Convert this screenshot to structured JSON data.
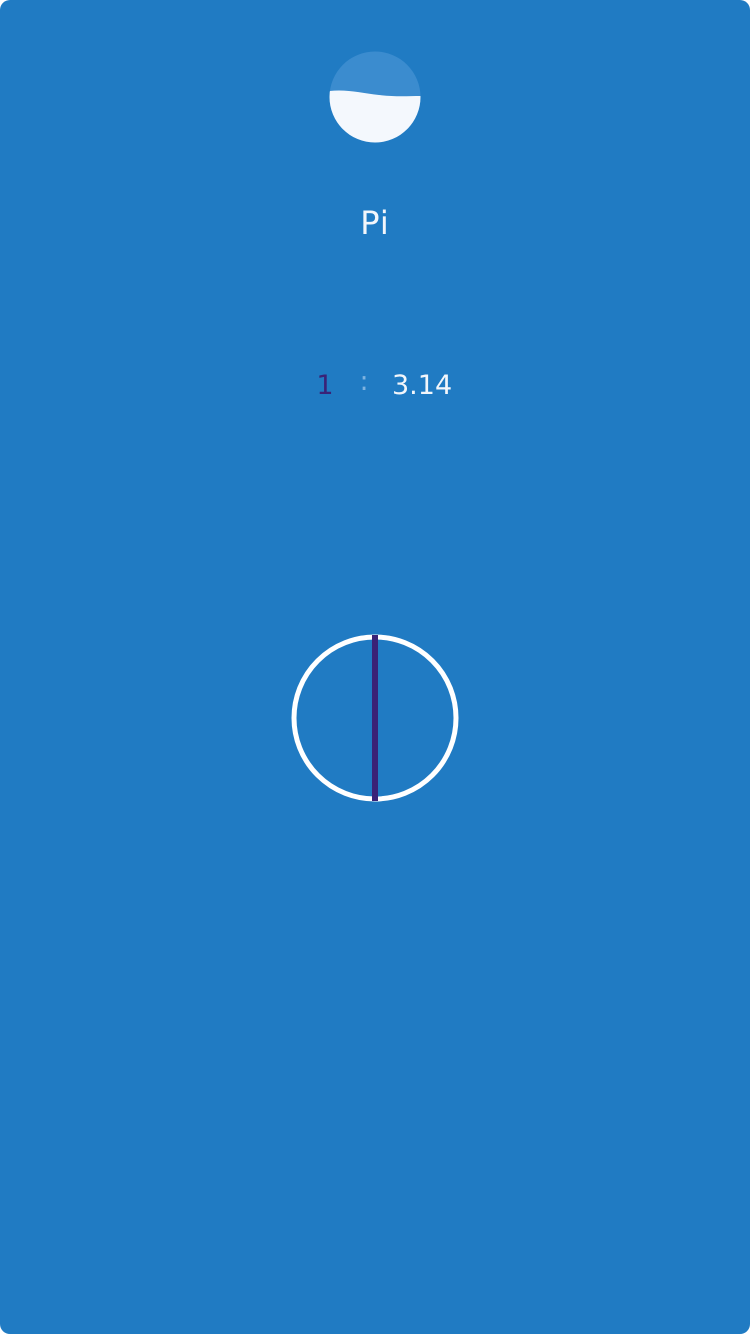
{
  "colors": {
    "background": "#207bc3",
    "icon_top": "#3b8ccf",
    "icon_bottom": "#f4f8fd",
    "text": "#f2f6fb",
    "accent": "#3a2277",
    "colon": "#7eb3e0",
    "circle": "#ffffff"
  },
  "icon": {
    "name": "half-filled-circle-icon"
  },
  "title": "Pi",
  "ratio": {
    "left": "1",
    "separator": ":",
    "right": "3.14"
  },
  "diagram": {
    "name": "circle-diameter-icon"
  }
}
